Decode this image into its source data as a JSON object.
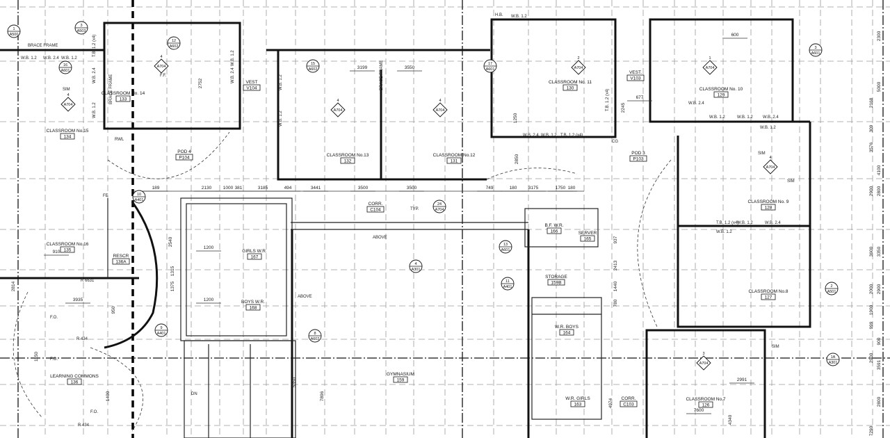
{
  "rooms": [
    {
      "name": "CLASSROOM No. 14",
      "number": "133"
    },
    {
      "name": "CLASSROOM No.15",
      "number": "134"
    },
    {
      "name": "POD 4",
      "number": "P104"
    },
    {
      "name": "CLASSROOM No.13",
      "number": "132"
    },
    {
      "name": "CLASSROOM No.12",
      "number": "131"
    },
    {
      "name": "CLASSROOM No. 11",
      "number": "130"
    },
    {
      "name": "VEST",
      "number": "V104"
    },
    {
      "name": "VEST.",
      "number": "V103"
    },
    {
      "name": "POD 3",
      "number": "P103"
    },
    {
      "name": "CLASSROOM No. 10",
      "number": "129"
    },
    {
      "name": "CLASSROOM No. 9",
      "number": "128"
    },
    {
      "name": "CORR.",
      "number": "C104"
    },
    {
      "name": "CLASSROOM No.16",
      "number": "135"
    },
    {
      "name": "RESCR",
      "number": "136A"
    },
    {
      "name": "GIRLS W.R.",
      "number": "167"
    },
    {
      "name": "BOYS W.R.",
      "number": "168"
    },
    {
      "name": "B.F. W.R.",
      "number": "166"
    },
    {
      "name": "SERVER",
      "number": "165"
    },
    {
      "name": "STORAGE",
      "number": "159B"
    },
    {
      "name": "W.R. BOYS",
      "number": "164"
    },
    {
      "name": "GYMNASIUM",
      "number": "159"
    },
    {
      "name": "LEARNING COMMONS",
      "number": "136"
    },
    {
      "name": "W.R. GIRLS",
      "number": "163"
    },
    {
      "name": "CORR.",
      "number": "C103"
    },
    {
      "name": "CLASSROOM No.8",
      "number": "127"
    },
    {
      "name": "CLASSROOM No.7",
      "number": "126"
    }
  ],
  "dimensions": [
    "189",
    "2130",
    "1000",
    "381",
    "3185",
    "494",
    "3441",
    "3500",
    "3500",
    "749",
    "180",
    "3175",
    "1750",
    "180",
    "3199",
    "3550",
    "2752",
    "677",
    "2245",
    "600",
    "1250",
    "2850",
    "2300",
    "5000",
    "2168",
    "309",
    "3576",
    "4100",
    "2900",
    "2800",
    "3600",
    "3350",
    "2000",
    "2900",
    "1900",
    "999",
    "900",
    "2900",
    "3591",
    "2800",
    "7290",
    "3935",
    "950",
    "1150",
    "1400",
    "2814",
    "910",
    "2413",
    "1440",
    "780",
    "937",
    "4974",
    "7896",
    "5350",
    "2991",
    "7600",
    "4340",
    "1200",
    "1200",
    "2540",
    "1315",
    "1375"
  ],
  "labels": [
    "BRACE FRAME",
    "W.B. 1.2",
    "W.B. 2.4",
    "W.B. 1.2",
    "BRACE FRAME",
    "T.B. 1.2 (x4)",
    "W.B. 2.4",
    "W.B. 1.2",
    "W.B. 1.2",
    "W.B. 2.4",
    "W.B. 1.2",
    "W.B. 1.2",
    "W.B. 2.4",
    "W.B. 1.2",
    "T.B. 1.2 (x4)",
    "BRACE FRAME",
    "T.B. 1.2 (x4)",
    "W.B. 1.2",
    "W.B. 2.4",
    "W.B. 1.2",
    "W.B. 1.2",
    "W.B. 2.4",
    "W.B. 1.2",
    "T.B. 1.2 (x4)",
    "W.B. 1.2",
    "W.B. 2.4",
    "W.B. 1.2",
    "RWL",
    "F.F.",
    "CG",
    "FE",
    "ABOVE",
    "TYP.",
    "F.O.",
    "F.O.",
    "F.O.",
    "R 434",
    "R 434",
    "R 6631",
    "DN",
    "ABOVE",
    "H.B.",
    "SIM",
    "SIM",
    "SIM",
    "SIM"
  ],
  "callouts": [
    {
      "num": "4",
      "ref": "A704"
    },
    {
      "num": "4",
      "ref": "A704"
    },
    {
      "num": "4",
      "ref": "A704"
    },
    {
      "num": "4",
      "ref": "A704"
    },
    {
      "num": "2",
      "ref": "A704"
    },
    {
      "num": "1",
      "ref": "A704"
    },
    {
      "num": "4",
      "ref": "A704"
    },
    {
      "num": "3",
      "ref": "A704"
    },
    {
      "num": "1",
      "ref": "A500"
    },
    {
      "num": "3",
      "ref": "A503"
    },
    {
      "num": "12",
      "ref": "A602"
    },
    {
      "num": "16",
      "ref": "A601"
    },
    {
      "num": "15",
      "ref": "A602"
    },
    {
      "num": "17",
      "ref": "A601"
    },
    {
      "num": "3",
      "ref": "A601"
    },
    {
      "num": "10",
      "ref": "A401"
    },
    {
      "num": "9",
      "ref": "A401"
    },
    {
      "num": "8",
      "ref": "A602"
    },
    {
      "num": "11",
      "ref": "A401"
    },
    {
      "num": "13",
      "ref": "A601"
    },
    {
      "num": "1A",
      "ref": "A301"
    },
    {
      "num": "2",
      "ref": "A501"
    },
    {
      "num": "4",
      "ref": "A301"
    },
    {
      "num": "24",
      "ref": "A704"
    }
  ]
}
